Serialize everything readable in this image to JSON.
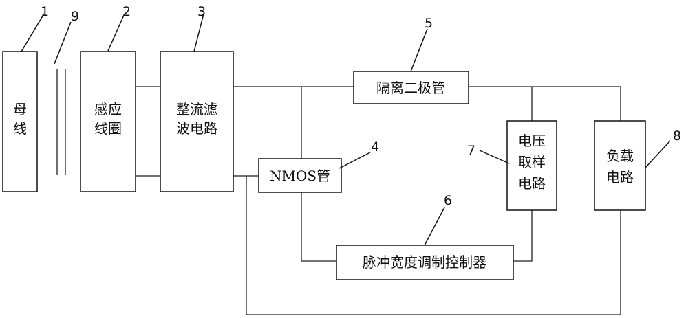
{
  "diagram": {
    "blocks": {
      "bus": {
        "number": "1",
        "lines": [
          "母",
          "线"
        ]
      },
      "coil": {
        "number": "2",
        "lines": [
          "感应",
          "线圈"
        ]
      },
      "rectifier": {
        "number": "3",
        "lines": [
          "整流滤",
          "波电路"
        ]
      },
      "nmos": {
        "number": "4",
        "lines": [
          "NMOS管"
        ]
      },
      "diode": {
        "number": "5",
        "lines": [
          "隔离二极管"
        ]
      },
      "pwm": {
        "number": "6",
        "lines": [
          "脉冲宽度调制控制器"
        ]
      },
      "sampling": {
        "number": "7",
        "lines": [
          "电压",
          "取样",
          "电路"
        ]
      },
      "load": {
        "number": "8",
        "lines": [
          "负载",
          "电路"
        ]
      }
    },
    "gap_marker": {
      "number": "9"
    }
  }
}
